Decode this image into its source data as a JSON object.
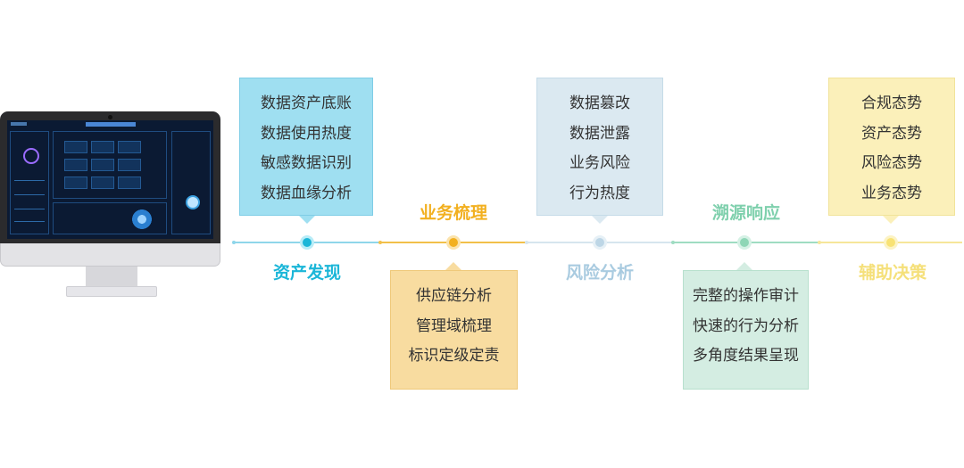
{
  "stages": [
    {
      "title": "资产发现",
      "color": "#1bb6d8",
      "box_bg": "#9fdff1",
      "box_border": "#7fcde6",
      "items": [
        "数据资产底账",
        "数据使用热度",
        "敏感数据识别",
        "数据血缘分析"
      ]
    },
    {
      "title": "业务梳理",
      "color": "#f2b020",
      "box_bg": "#f8dca0",
      "box_border": "#efc97a",
      "items": [
        "供应链分析",
        "管理域梳理",
        "标识定级定责"
      ]
    },
    {
      "title": "风险分析",
      "color": "#a9cbe0",
      "box_bg": "#dbe9f1",
      "box_border": "#c5dbe8",
      "items": [
        "数据篡改",
        "数据泄露",
        "业务风险",
        "行为热度"
      ]
    },
    {
      "title": "溯源响应",
      "color": "#7fd0ad",
      "box_bg": "#d4ede2",
      "box_border": "#b7e0cd",
      "items": [
        "完整的操作审计",
        "快速的行为分析",
        "多角度结果呈现"
      ]
    },
    {
      "title": "辅助决策",
      "color": "#f5e07a",
      "box_bg": "#fbf0ba",
      "box_border": "#f1e39a",
      "items": [
        "合规态势",
        "资产态势",
        "风险态势",
        "业务态势"
      ]
    }
  ]
}
